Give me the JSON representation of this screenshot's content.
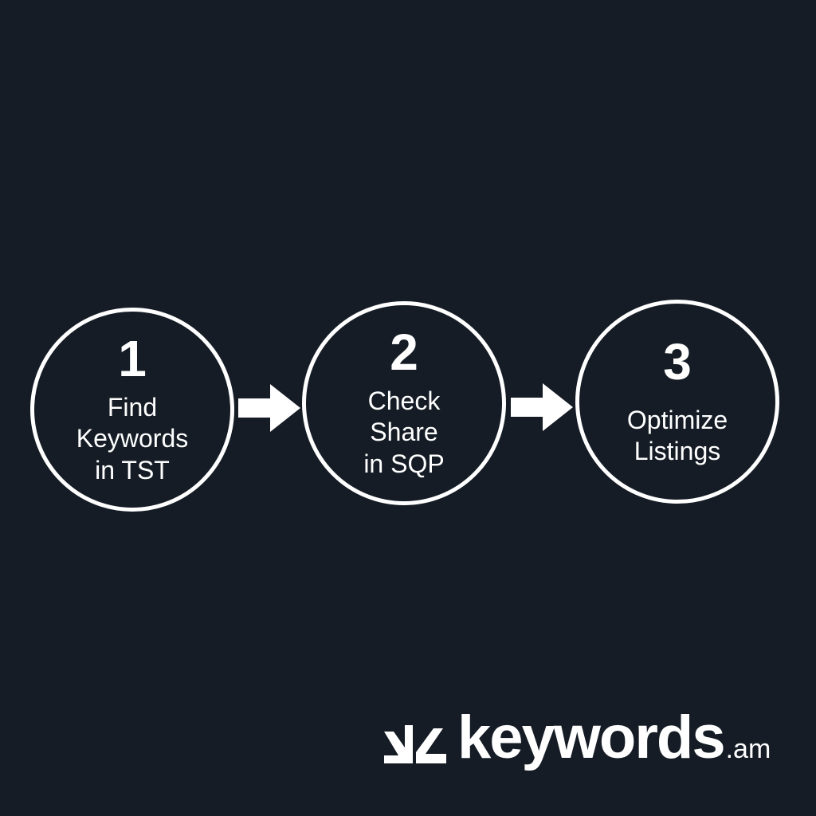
{
  "colors": {
    "background": "#151c25",
    "foreground": "#ffffff"
  },
  "steps": [
    {
      "number": "1",
      "label": "Find\nKeywords\nin TST"
    },
    {
      "number": "2",
      "label": "Check\nShare\nin SQP"
    },
    {
      "number": "3",
      "label": "Optimize\nListings"
    }
  ],
  "connectors": [
    {
      "from": "1",
      "to": "2",
      "icon": "arrow-right-icon"
    },
    {
      "from": "2",
      "to": "3",
      "icon": "arrow-right-icon"
    }
  ],
  "brand": {
    "name": "keywords",
    "tld": ".am",
    "logo_icon": "keywords-logo-icon"
  }
}
